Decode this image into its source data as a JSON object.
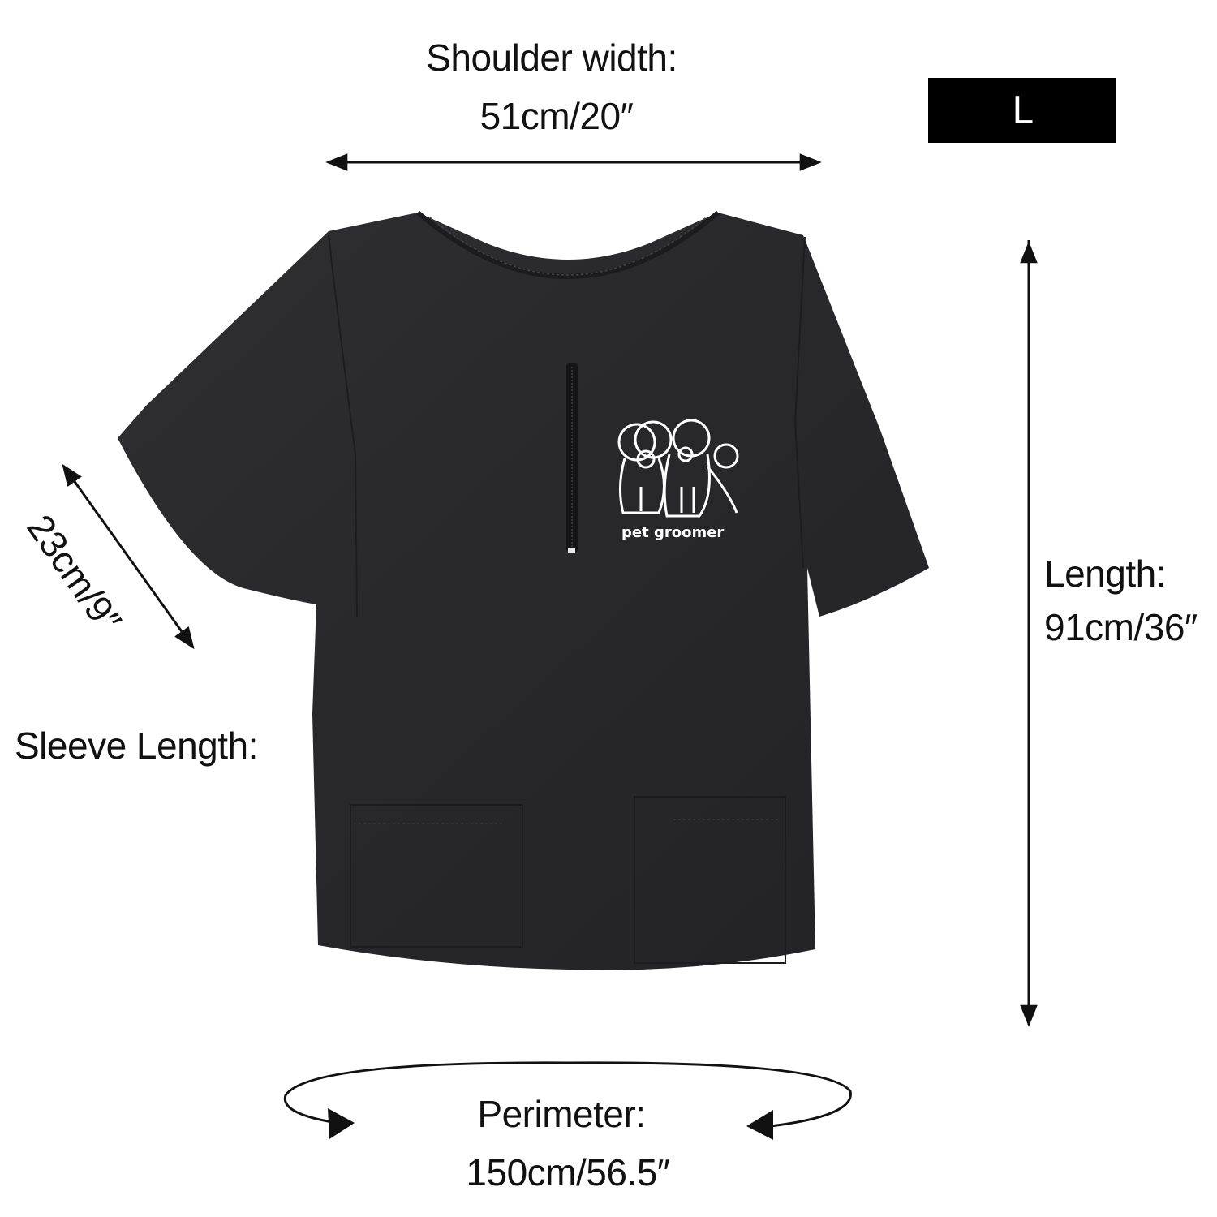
{
  "product": {
    "name": "Pet groomer short sleeve work top",
    "color_hex": "#2b2b2d",
    "print_text": "pet groomer",
    "print_icon": "two-poodles-outline"
  },
  "size_badge": {
    "label": "L",
    "bg_color": "#000000",
    "text_color": "#ffffff"
  },
  "measurements": {
    "shoulder": {
      "label": "Shoulder width:",
      "value": "51cm/20″"
    },
    "sleeve": {
      "label": "Sleeve Length:",
      "value": "23cm/9″"
    },
    "length": {
      "label": "Length:",
      "value": "91cm/36″"
    },
    "perimeter": {
      "label": "Perimeter:",
      "value": "150cm/56.5″"
    }
  }
}
